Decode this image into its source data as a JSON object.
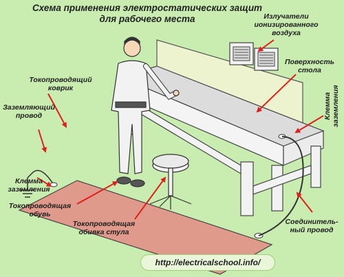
{
  "title": "Схема применения электростатических защит\nдля рабочего места",
  "labels": {
    "ionizers": "Излучатели\nионизированного\nвоздуха",
    "table_surface": "Поверхность\nстола",
    "ground_clamp_table": "Клемма\nзаземления",
    "conductive_mat": "Токопроводящий\nковрик",
    "ground_wire": "Заземляющий\nпровод",
    "ground_clamp_mat": "Клемма\nзаземления",
    "conductive_shoes": "Токопроводящая\nобувь",
    "conductive_chair": "Токопроводящая\nобивка стула",
    "connecting_wire": "Соединитель-\nный провод"
  },
  "url": "http://electricalschool.info/",
  "colors": {
    "background": "#c9ecb0",
    "mat": "#e09a8c",
    "table_top": "#dcdcdc",
    "table_frame": "#f2f2f2",
    "arrow": "#e0201a",
    "outline": "#333333"
  },
  "icons": [
    "ground-symbol-icon",
    "clamp-icon",
    "arrow-icon"
  ]
}
